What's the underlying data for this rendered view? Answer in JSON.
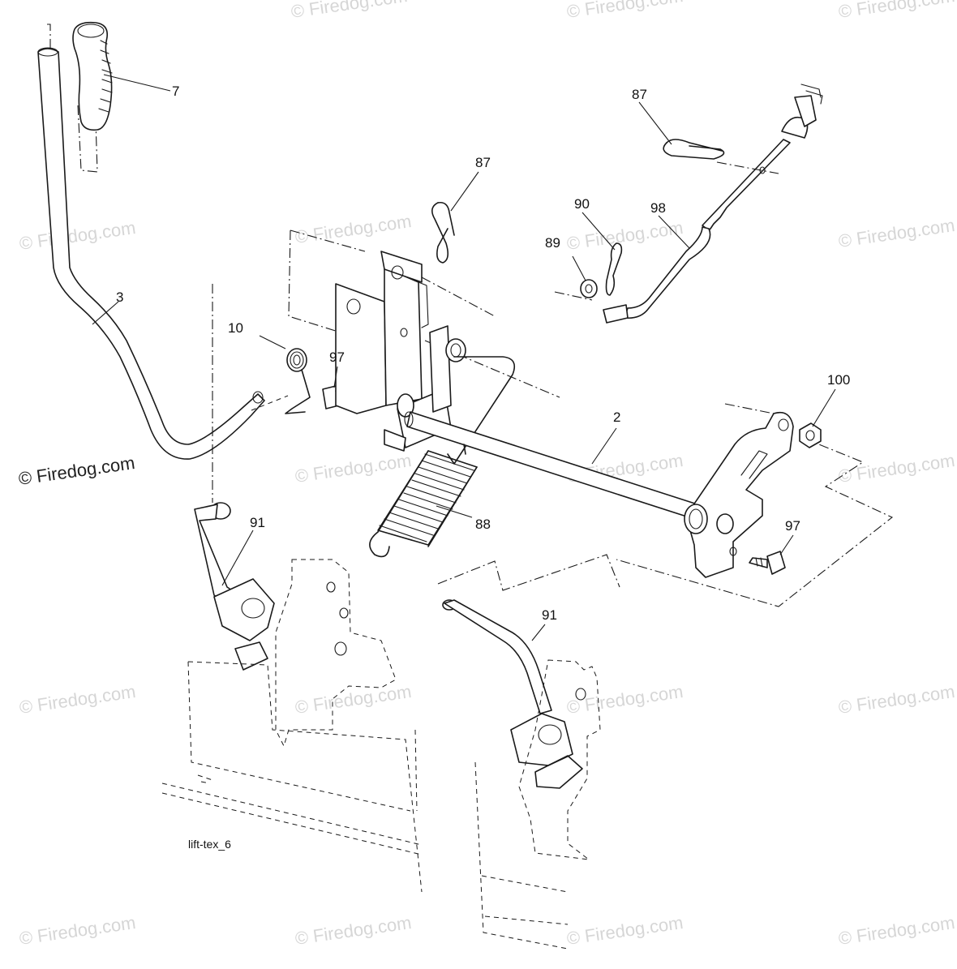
{
  "watermark": {
    "text": "© Firedog.com",
    "primary_text": "© Firedog.com"
  },
  "caption": "lift-tex_6",
  "callouts": [
    {
      "id": "c7",
      "label": "7"
    },
    {
      "id": "c3",
      "label": "3"
    },
    {
      "id": "c10",
      "label": "10"
    },
    {
      "id": "c97a",
      "label": "97"
    },
    {
      "id": "c87a",
      "label": "87"
    },
    {
      "id": "c87b",
      "label": "87"
    },
    {
      "id": "c90",
      "label": "90"
    },
    {
      "id": "c98",
      "label": "98"
    },
    {
      "id": "c89",
      "label": "89"
    },
    {
      "id": "c2",
      "label": "2"
    },
    {
      "id": "c100",
      "label": "100"
    },
    {
      "id": "c88",
      "label": "88"
    },
    {
      "id": "c91a",
      "label": "91"
    },
    {
      "id": "c91b",
      "label": "91"
    },
    {
      "id": "c97b",
      "label": "97"
    }
  ],
  "colors": {
    "line": "#1a1a1a",
    "watermark": "#b5b5b5",
    "background": "#ffffff"
  }
}
